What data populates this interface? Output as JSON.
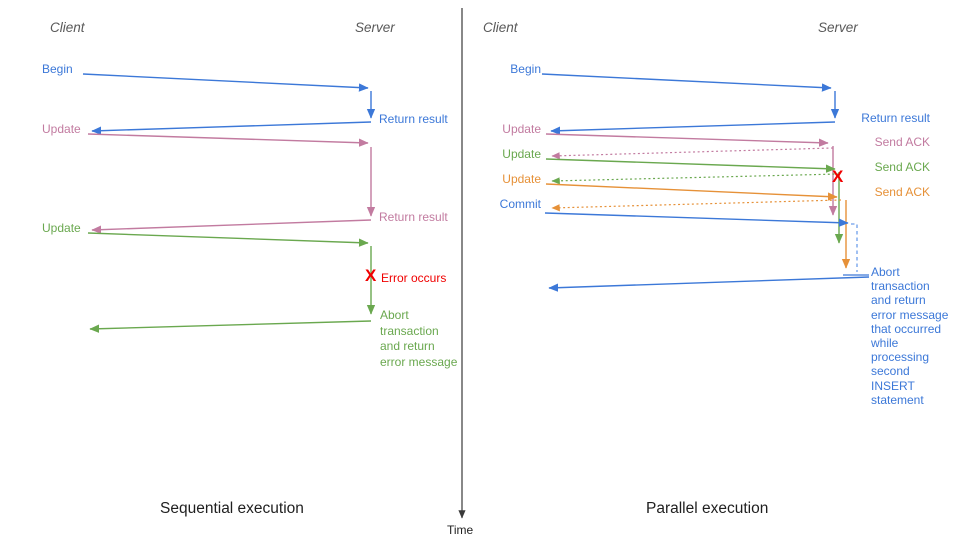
{
  "colors": {
    "blue": "#3c78d8",
    "lightblue": "#6d9eeb",
    "pink": "#c27ba0",
    "green": "#6aa84f",
    "orange": "#e69138",
    "red": "#f00000"
  },
  "time_axis": {
    "label": "Time"
  },
  "left": {
    "title": "Sequential execution",
    "client": "Client",
    "server": "Server",
    "messages": {
      "begin": "Begin",
      "return_result_1": "Return result",
      "update_1": "Update",
      "return_result_2": "Return result",
      "update_2": "Update",
      "error_mark": "X",
      "error": "Error occurs",
      "abort": "Abort\ntransaction\nand return\nerror message"
    }
  },
  "right": {
    "title": "Parallel execution",
    "client": "Client",
    "server": "Server",
    "messages": {
      "begin": "Begin",
      "return_result": "Return result",
      "update_1": "Update",
      "send_ack_1": "Send ACK",
      "update_2": "Update",
      "send_ack_2": "Send ACK",
      "update_3": "Update",
      "send_ack_3": "Send ACK",
      "commit": "Commit",
      "error_mark": "X",
      "abort": "Abort\ntransaction\nand return\nerror message\nthat occurred\nwhile\nprocessing\nsecond\nINSERT\nstatement"
    }
  }
}
